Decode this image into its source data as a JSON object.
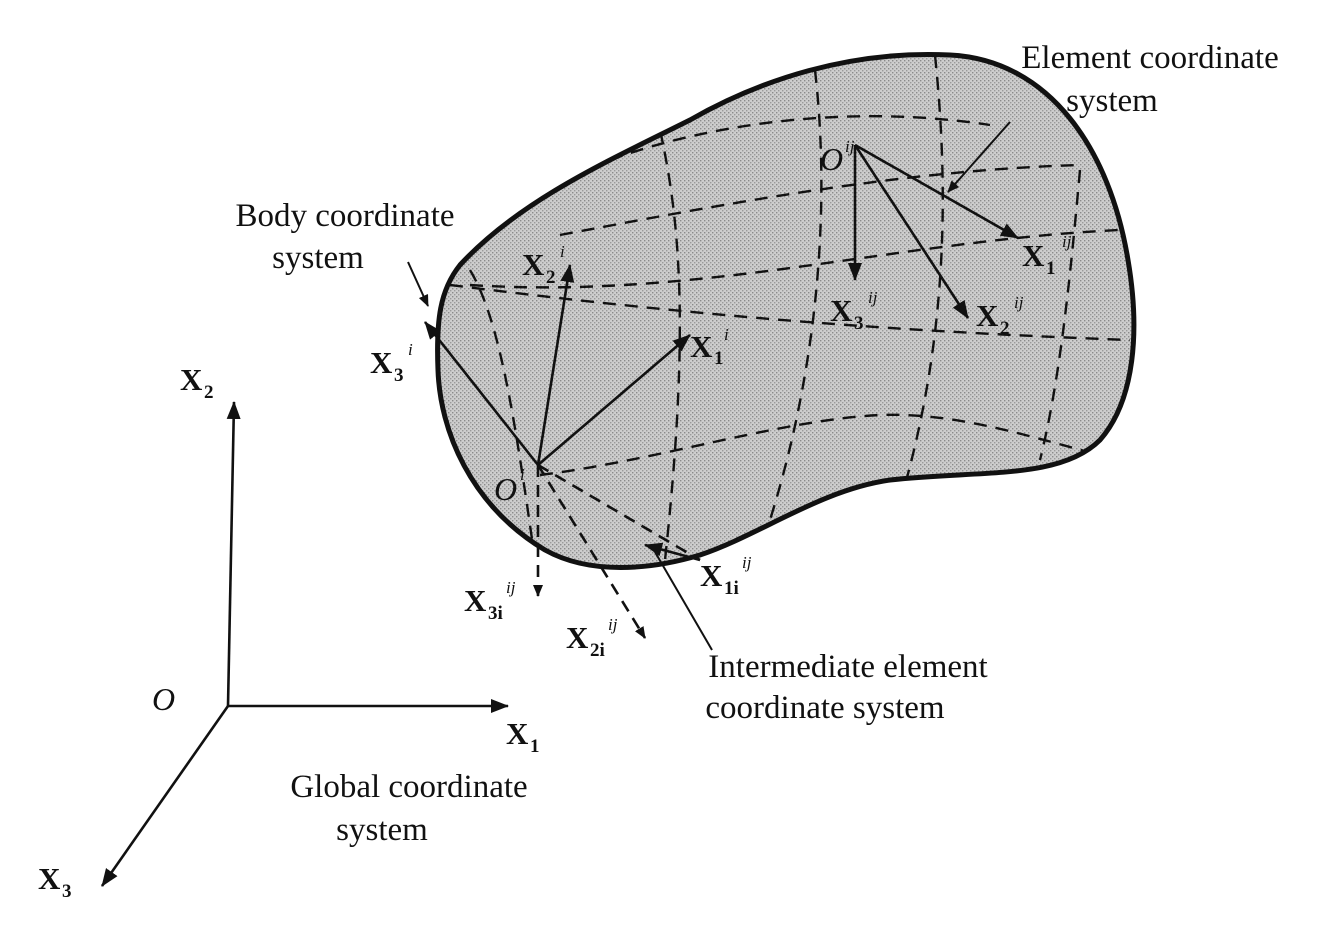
{
  "captions": {
    "element_system_line1": "Element coordinate",
    "element_system_line2": "system",
    "body_system_line1": "Body coordinate",
    "body_system_line2": "system",
    "intermediate_system_line1": "Intermediate element",
    "intermediate_system_line2": "coordinate system",
    "global_system_line1": "Global coordinate",
    "global_system_line2": "system"
  },
  "global_axes": {
    "origin": "O",
    "x1": {
      "base": "X",
      "sub": "1"
    },
    "x2": {
      "base": "X",
      "sub": "2"
    },
    "x3": {
      "base": "X",
      "sub": "3"
    }
  },
  "body_axes": {
    "origin": {
      "base": "O",
      "sup": "i"
    },
    "x1": {
      "base": "X",
      "sub": "1",
      "sup": "i"
    },
    "x2": {
      "base": "X",
      "sub": "2",
      "sup": "i"
    },
    "x3": {
      "base": "X",
      "sub": "3",
      "sup": "i"
    }
  },
  "element_axes": {
    "origin": {
      "base": "O",
      "sup": "ij"
    },
    "x1": {
      "base": "X",
      "sub": "1",
      "sup": "ij"
    },
    "x2": {
      "base": "X",
      "sub": "2",
      "sup": "ij"
    },
    "x3": {
      "base": "X",
      "sub": "3",
      "sup": "ij"
    }
  },
  "intermediate_axes": {
    "x1": {
      "base": "X",
      "sub": "1i",
      "sup": "ij"
    },
    "x2": {
      "base": "X",
      "sub": "2i",
      "sup": "ij"
    },
    "x3": {
      "base": "X",
      "sub": "3i",
      "sup": "ij"
    }
  },
  "colors": {
    "ink": "#111111",
    "body_fill": "#c9c9c9"
  }
}
